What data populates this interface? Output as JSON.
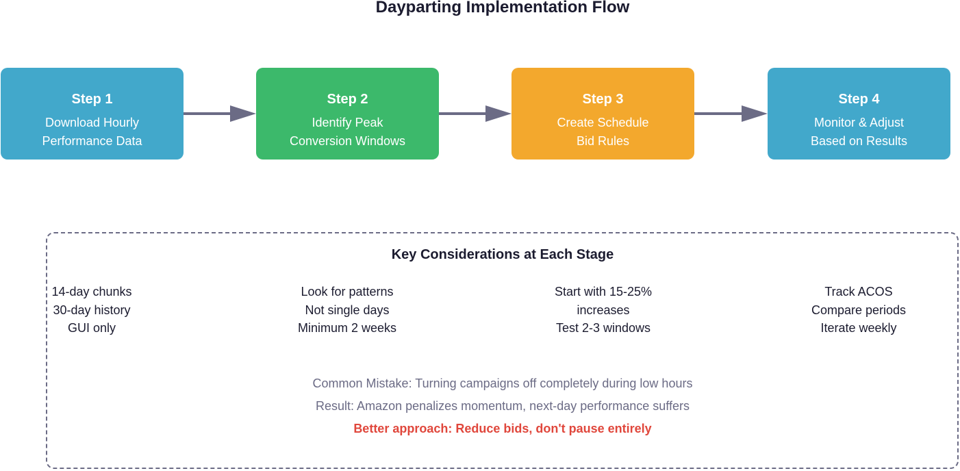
{
  "title": "Dayparting Implementation Flow",
  "colors": {
    "step_blue": "#42a8cb",
    "step_green": "#3cb96b",
    "step_orange": "#f3a82d",
    "arrow": "#6b6b85",
    "alert": "#e0473c"
  },
  "steps": [
    {
      "title": "Step 1",
      "line1": "Download Hourly",
      "line2": "Performance Data"
    },
    {
      "title": "Step 2",
      "line1": "Identify Peak",
      "line2": "Conversion Windows"
    },
    {
      "title": "Step 3",
      "line1": "Create Schedule",
      "line2": "Bid Rules"
    },
    {
      "title": "Step 4",
      "line1": "Monitor & Adjust",
      "line2": "Based on Results"
    }
  ],
  "considerations": {
    "title": "Key Considerations at Each Stage",
    "columns": [
      [
        "14-day chunks",
        "30-day history",
        "GUI only"
      ],
      [
        "Look for patterns",
        "Not single days",
        "Minimum 2 weeks"
      ],
      [
        "Start with 15-25%",
        "increases",
        "Test 2-3 windows"
      ],
      [
        "Track ACOS",
        "Compare periods",
        "Iterate weekly"
      ]
    ],
    "mistake": "Common Mistake: Turning campaigns off completely during low hours",
    "result": "Result: Amazon penalizes momentum, next-day performance suffers",
    "better": "Better approach: Reduce bids, don't pause entirely"
  }
}
